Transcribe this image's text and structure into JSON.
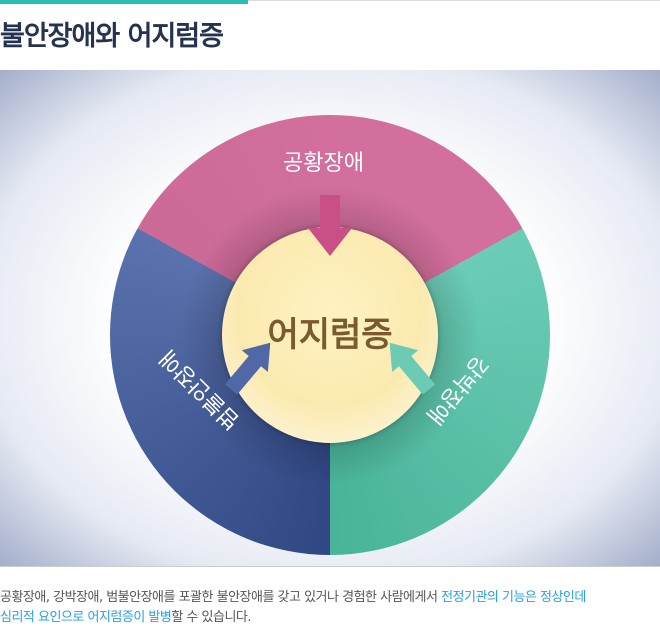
{
  "title": "불안장애와 어지럼증",
  "diagram": {
    "center": "어지럼증",
    "segments": [
      {
        "label": "공황장애",
        "color": "#d26f9c"
      },
      {
        "label": "강박장애",
        "color": "#5cc3aa"
      },
      {
        "label": "범불안장애",
        "color": "#3e5692"
      }
    ]
  },
  "footer": {
    "text1": "공황장애, 강박장애, 범불안장애를 포괄한 불안장애를 갖고 있거나 경험한 사람에게서 ",
    "highlight1": "전정기관의 기능은 정상인데",
    "highlight2": "심리적 요인으로 어지럼증이 발병",
    "text2": "할 수 있습니다."
  }
}
